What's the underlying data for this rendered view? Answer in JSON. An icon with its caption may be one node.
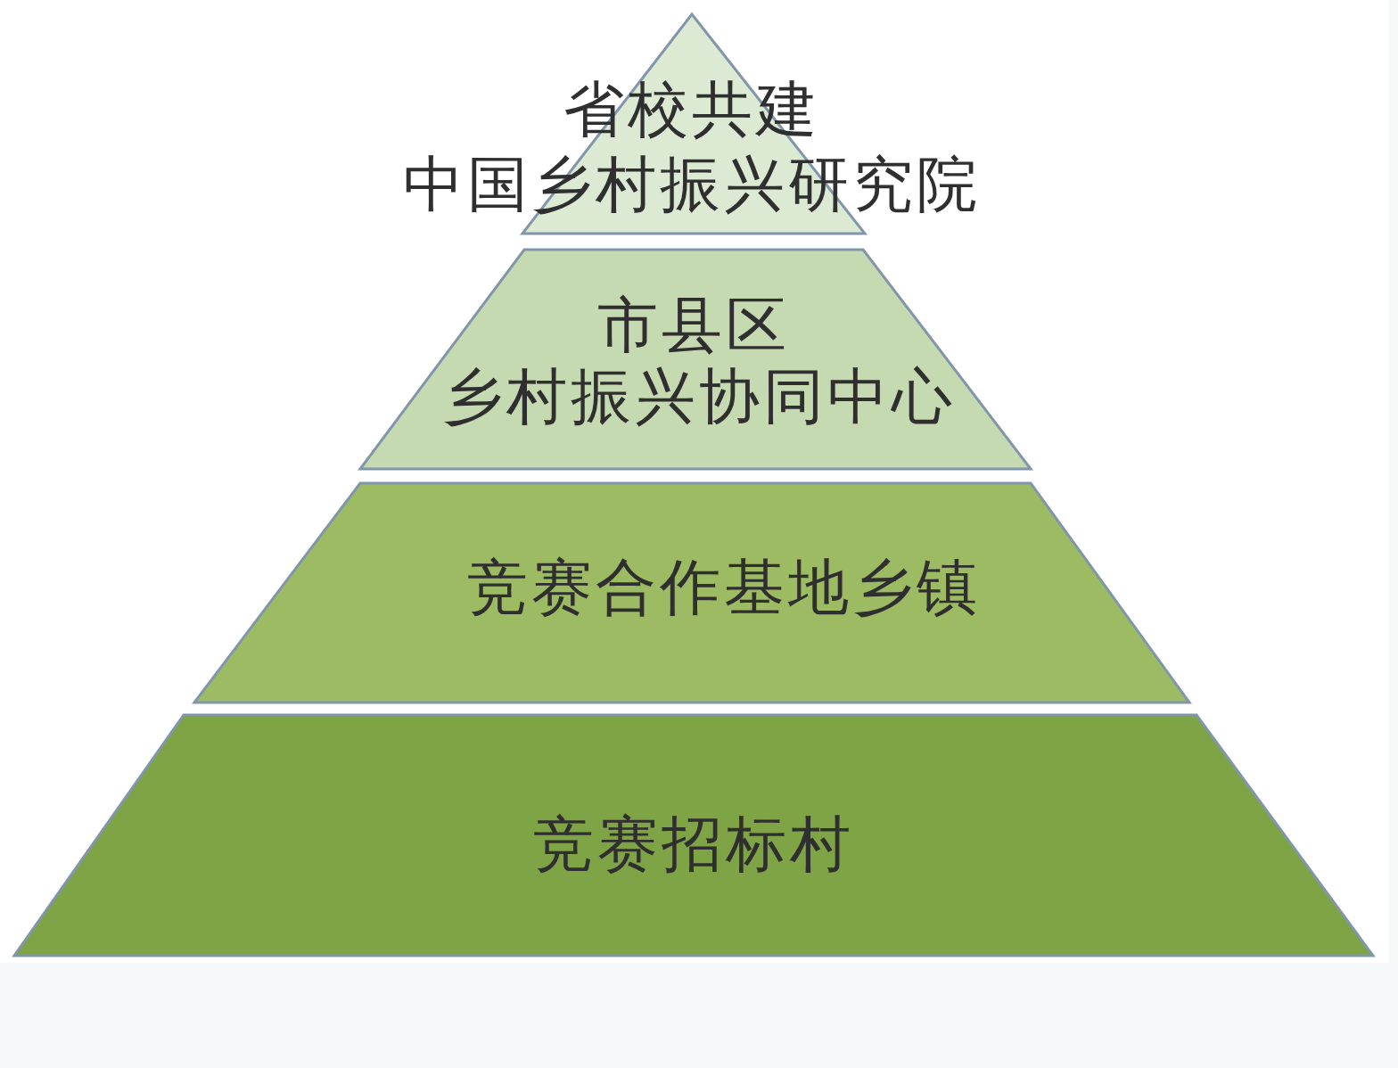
{
  "diagram": {
    "nodes": [
      {
        "text": [
          "省校共建",
          "中国乡村振兴研究院"
        ]
      },
      {
        "text": [
          "市县区",
          "乡村振兴协同中心"
        ]
      },
      {
        "text": [
          "竞赛合作基地乡镇"
        ]
      },
      {
        "text": [
          "竞赛招标村"
        ]
      }
    ]
  }
}
